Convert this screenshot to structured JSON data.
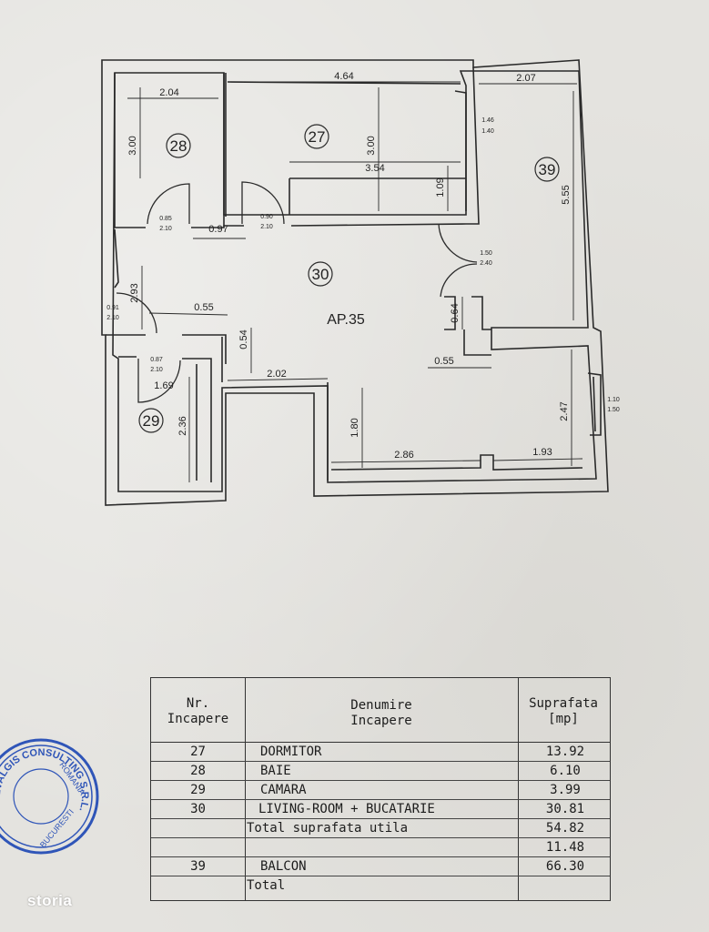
{
  "plan": {
    "apartment_label": "AP.35",
    "rooms": [
      {
        "id": "r28",
        "number": "28"
      },
      {
        "id": "r27",
        "number": "27"
      },
      {
        "id": "r39",
        "number": "39"
      },
      {
        "id": "r30",
        "number": "30"
      },
      {
        "id": "r29",
        "number": "29"
      }
    ],
    "dimensions": {
      "d204": "2.04",
      "d464": "4.64",
      "d207": "2.07",
      "d300a": "3.00",
      "d300b": "3.00",
      "d354": "3.54",
      "d109": "1.09",
      "d146": "1.46",
      "d140": "1.40",
      "d555": "5.55",
      "d085": "0.85",
      "d210a": "2.10",
      "d097": "0.97",
      "d090": "0.90",
      "d210b": "2.10",
      "d150": "1.50",
      "d240": "2.40",
      "d293": "2.93",
      "d091": "0.91",
      "d210c": "2.10",
      "d055a": "0.55",
      "d064": "0.64",
      "d054": "0.54",
      "d087": "0.87",
      "d210d": "2.10",
      "d169": "1.69",
      "d202": "2.02",
      "d055b": "0.55",
      "d247": "2.47",
      "d110": "1.10",
      "d150b": "1.50",
      "d236": "2.36",
      "d180": "1.80",
      "d286": "2.86",
      "d193": "1.93"
    }
  },
  "table": {
    "header": {
      "nr_line1": "Nr.",
      "nr_line2": "Incapere",
      "name_line1": "Denumire",
      "name_line2": "Incapere",
      "area_line1": "Suprafata",
      "area_line2": "[mp]"
    },
    "rows": [
      {
        "nr": "27",
        "name": "DORMITOR",
        "area": "13.92"
      },
      {
        "nr": "28",
        "name": "BAIE",
        "area": "6.10"
      },
      {
        "nr": "29",
        "name": "CAMARA",
        "area": "3.99"
      },
      {
        "nr": "30",
        "name": "LIVING-ROOM + BUCATARIE",
        "area": "30.81"
      },
      {
        "nr": "",
        "name": "Total suprafata utila",
        "area": "54.82"
      },
      {
        "nr": "",
        "name": "",
        "area": "11.48"
      },
      {
        "nr": "39",
        "name": "BALCON",
        "area": "66.30"
      },
      {
        "nr": "",
        "name": "Total",
        "area": ""
      }
    ]
  },
  "stamp": {
    "text_outer": "EVALGIS CONSULTING S.R.L.",
    "text_right": "ROMANIA",
    "text_bottom": "BUCURESTI"
  },
  "watermark": "storia",
  "colors": {
    "ink": "#222222",
    "stamp": "#2f55b8",
    "paper": "#e4e3df"
  }
}
